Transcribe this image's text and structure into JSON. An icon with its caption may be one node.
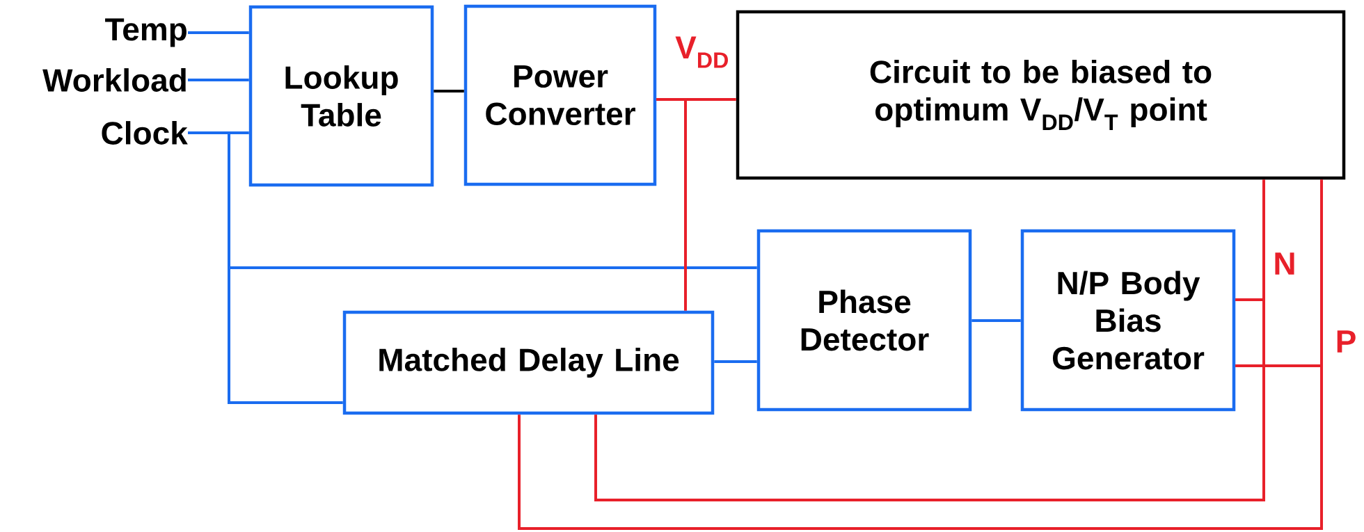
{
  "diagram": {
    "nodes": [
      {
        "text": [
          "Temp"
        ]
      },
      {
        "text": [
          "Workload"
        ]
      },
      {
        "text": [
          "Clock"
        ]
      },
      {
        "text": [
          "Lookup Table"
        ]
      },
      {
        "text": [
          "Power Converter"
        ]
      },
      {
        "text": [
          "Circuit to be biased to optimum V$_{DD}$/V$_{T}$ point"
        ]
      },
      {
        "text": [
          "Matched Delay Line"
        ]
      },
      {
        "text": [
          "Phase Detector"
        ]
      },
      {
        "text": [
          "N/P Body Bias Generator"
        ]
      }
    ],
    "edges": [
      {
        "from": 0,
        "to": 3,
        "arrow": "none"
      },
      {
        "from": 1,
        "to": 3,
        "arrow": "none"
      },
      {
        "from": 2,
        "to": 3,
        "arrow": "none"
      },
      {
        "from": 2,
        "to": 7,
        "arrow": "none"
      },
      {
        "from": 2,
        "to": 6,
        "arrow": "none"
      },
      {
        "from": 3,
        "to": 4,
        "arrow": "none",
        "color": "#000000"
      },
      {
        "from": 4,
        "to": 5,
        "arrow": "none",
        "color": "#e8202a",
        "label": "V$_{DD}$"
      },
      {
        "from": 4,
        "to": 6,
        "arrow": "none",
        "color": "#e8202a"
      },
      {
        "from": 6,
        "to": 7,
        "arrow": "none"
      },
      {
        "from": 7,
        "to": 8,
        "arrow": "none"
      },
      {
        "from": 8,
        "to": 5,
        "arrow": "none",
        "color": "#e8202a",
        "label": "N"
      },
      {
        "from": 8,
        "to": 6,
        "arrow": "none",
        "color": "#e8202a"
      },
      {
        "from": 8,
        "to": 5,
        "arrow": "none",
        "color": "#e8202a",
        "label": "P"
      },
      {
        "from": 8,
        "to": 6,
        "arrow": "none",
        "color": "#e8202a"
      }
    ]
  }
}
